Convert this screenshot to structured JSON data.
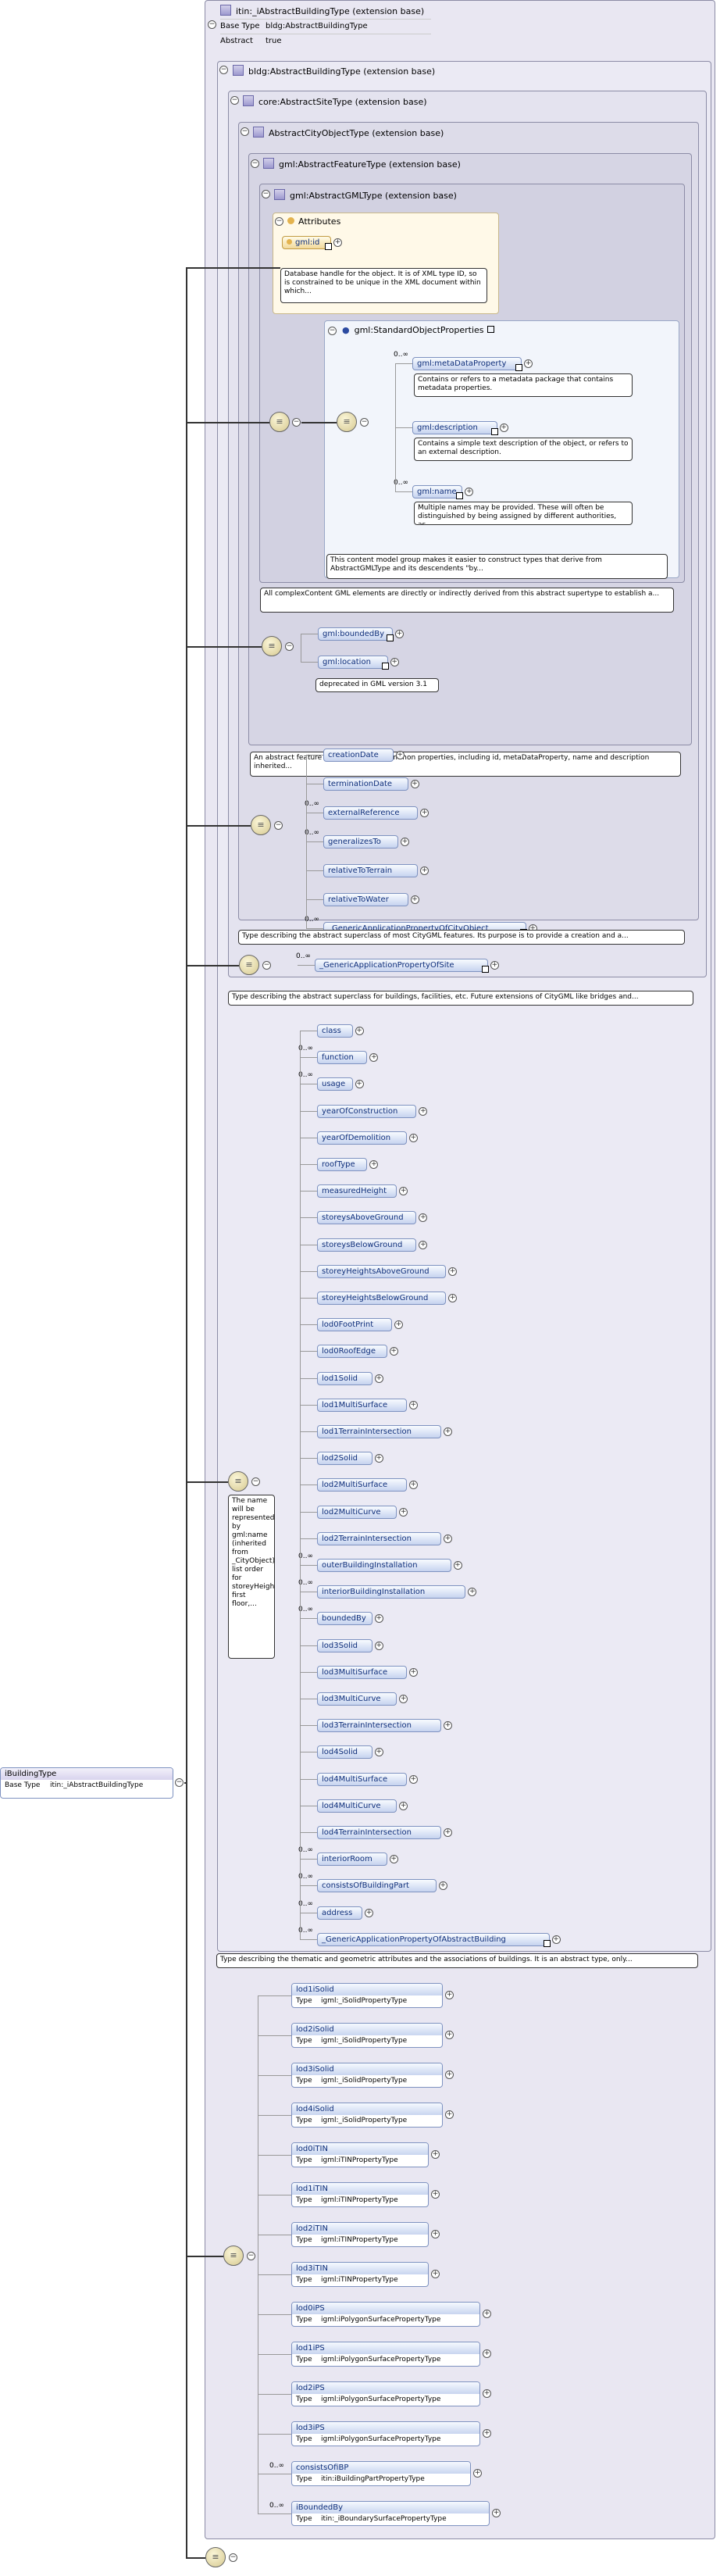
{
  "top_header": {
    "title": "itin:_iAbstractBuildingType (extension base)",
    "rows": [
      {
        "key": "Base Type",
        "value": "bldg:AbstractBuildingType"
      },
      {
        "key": "Abstract",
        "value": "true"
      }
    ]
  },
  "root": {
    "title": "iBuildingType",
    "key": "Base Type",
    "value": "itin:_iAbstractBuildingType"
  },
  "level_headers": {
    "bldg": "bldg:AbstractBuildingType (extension base)",
    "site": "core:AbstractSiteType (extension base)",
    "city": "AbstractCityObjectType (extension base)",
    "feature": "gml:AbstractFeatureType (extension base)",
    "gml": "gml:AbstractGMLType (extension base)",
    "attributes": "Attributes",
    "sop": "gml:StandardObjectProperties"
  },
  "gml_id": {
    "label": "gml:id",
    "note": "Database handle for the object. It is of XML type ID, so is constrained to be unique in the XML document within which..."
  },
  "sop_items": [
    {
      "label": "gml:metaDataProperty",
      "mult": "0..∞",
      "note": "Contains or refers to a metadata package that contains metadata properties."
    },
    {
      "label": "gml:description",
      "mult": "",
      "note": "Contains a simple text description of the object, or refers to an external description."
    },
    {
      "label": "gml:name",
      "mult": "0..∞",
      "note": "Multiple names may be provided. These will often be distinguished by being assigned by different authorities, as..."
    }
  ],
  "notes": {
    "sop": "This content model group makes it easier to construct types that derive from AbstractGMLType and its descendents \"by...",
    "gml": "All complexContent GML elements are directly or indirectly derived from this abstract supertype to establish a...",
    "location": "deprecated in GML version 3.1",
    "feature": "An abstract feature provides a set of common properties, including id, metaDataProperty, name and description inherited...",
    "city": "Type describing the abstract superclass of most CityGML features. Its purpose is to provide a creation and a...",
    "site": "Type describing the abstract superclass for buildings, facilities, etc. Future extensions of CityGML like bridges and...",
    "bldg": "Type describing the thematic and geometric attributes and the associations of buildings. It is an abstract type, only...",
    "storey": "The name will be represented by gml:name (inherited from _CityObject); list order for storeyHeightsAboveGround: first floor,..."
  },
  "feature_items": [
    {
      "label": "gml:boundedBy",
      "mult": ""
    },
    {
      "label": "gml:location",
      "mult": ""
    }
  ],
  "city_items": [
    {
      "label": "creationDate",
      "mult": ""
    },
    {
      "label": "terminationDate",
      "mult": ""
    },
    {
      "label": "externalReference",
      "mult": "0..∞"
    },
    {
      "label": "generalizesTo",
      "mult": "0..∞"
    },
    {
      "label": "relativeToTerrain",
      "mult": ""
    },
    {
      "label": "relativeToWater",
      "mult": ""
    },
    {
      "label": "_GenericApplicationPropertyOfCityObject",
      "mult": "0..∞"
    }
  ],
  "site_items": [
    {
      "label": "_GenericApplicationPropertyOfSite",
      "mult": "0..∞"
    }
  ],
  "bldg_items": [
    {
      "label": "class",
      "mult": ""
    },
    {
      "label": "function",
      "mult": "0..∞"
    },
    {
      "label": "usage",
      "mult": "0..∞"
    },
    {
      "label": "yearOfConstruction",
      "mult": ""
    },
    {
      "label": "yearOfDemolition",
      "mult": ""
    },
    {
      "label": "roofType",
      "mult": ""
    },
    {
      "label": "measuredHeight",
      "mult": ""
    },
    {
      "label": "storeysAboveGround",
      "mult": ""
    },
    {
      "label": "storeysBelowGround",
      "mult": ""
    },
    {
      "label": "storeyHeightsAboveGround",
      "mult": ""
    },
    {
      "label": "storeyHeightsBelowGround",
      "mult": ""
    },
    {
      "label": "lod0FootPrint",
      "mult": ""
    },
    {
      "label": "lod0RoofEdge",
      "mult": ""
    },
    {
      "label": "lod1Solid",
      "mult": ""
    },
    {
      "label": "lod1MultiSurface",
      "mult": ""
    },
    {
      "label": "lod1TerrainIntersection",
      "mult": ""
    },
    {
      "label": "lod2Solid",
      "mult": ""
    },
    {
      "label": "lod2MultiSurface",
      "mult": ""
    },
    {
      "label": "lod2MultiCurve",
      "mult": ""
    },
    {
      "label": "lod2TerrainIntersection",
      "mult": ""
    },
    {
      "label": "outerBuildingInstallation",
      "mult": "0..∞"
    },
    {
      "label": "interiorBuildingInstallation",
      "mult": "0..∞"
    },
    {
      "label": "boundedBy",
      "mult": "0..∞"
    },
    {
      "label": "lod3Solid",
      "mult": ""
    },
    {
      "label": "lod3MultiSurface",
      "mult": ""
    },
    {
      "label": "lod3MultiCurve",
      "mult": ""
    },
    {
      "label": "lod3TerrainIntersection",
      "mult": ""
    },
    {
      "label": "lod4Solid",
      "mult": ""
    },
    {
      "label": "lod4MultiSurface",
      "mult": ""
    },
    {
      "label": "lod4MultiCurve",
      "mult": ""
    },
    {
      "label": "lod4TerrainIntersection",
      "mult": ""
    },
    {
      "label": "interiorRoom",
      "mult": "0..∞"
    },
    {
      "label": "consistsOfBuildingPart",
      "mult": "0..∞"
    },
    {
      "label": "address",
      "mult": "0..∞"
    },
    {
      "label": "_GenericApplicationPropertyOfAbstractBuilding",
      "mult": "0..∞"
    }
  ],
  "ibldg_items": [
    {
      "label": "lod1iSolid",
      "type": "igml:_iSolidPropertyType",
      "mult": ""
    },
    {
      "label": "lod2iSolid",
      "type": "igml:_iSolidPropertyType",
      "mult": ""
    },
    {
      "label": "lod3iSolid",
      "type": "igml:_iSolidPropertyType",
      "mult": ""
    },
    {
      "label": "lod4iSolid",
      "type": "igml:_iSolidPropertyType",
      "mult": ""
    },
    {
      "label": "lod0iTIN",
      "type": "igml:iTINPropertyType",
      "mult": ""
    },
    {
      "label": "lod1iTIN",
      "type": "igml:iTINPropertyType",
      "mult": ""
    },
    {
      "label": "lod2iTIN",
      "type": "igml:iTINPropertyType",
      "mult": ""
    },
    {
      "label": "lod3iTIN",
      "type": "igml:iTINPropertyType",
      "mult": ""
    },
    {
      "label": "lod0iPS",
      "type": "igml:iPolygonSurfacePropertyType",
      "mult": ""
    },
    {
      "label": "lod1iPS",
      "type": "igml:iPolygonSurfacePropertyType",
      "mult": ""
    },
    {
      "label": "lod2iPS",
      "type": "igml:iPolygonSurfacePropertyType",
      "mult": ""
    },
    {
      "label": "lod3iPS",
      "type": "igml:iPolygonSurfacePropertyType",
      "mult": ""
    },
    {
      "label": "consistsOfiBP",
      "type": "itin:iBuildingPartPropertyType",
      "mult": "0..∞"
    },
    {
      "label": "iBoundedBy",
      "type": "itin:_iBoundarySurfacePropertyType",
      "mult": "0..∞"
    }
  ],
  "type_key": "Type"
}
